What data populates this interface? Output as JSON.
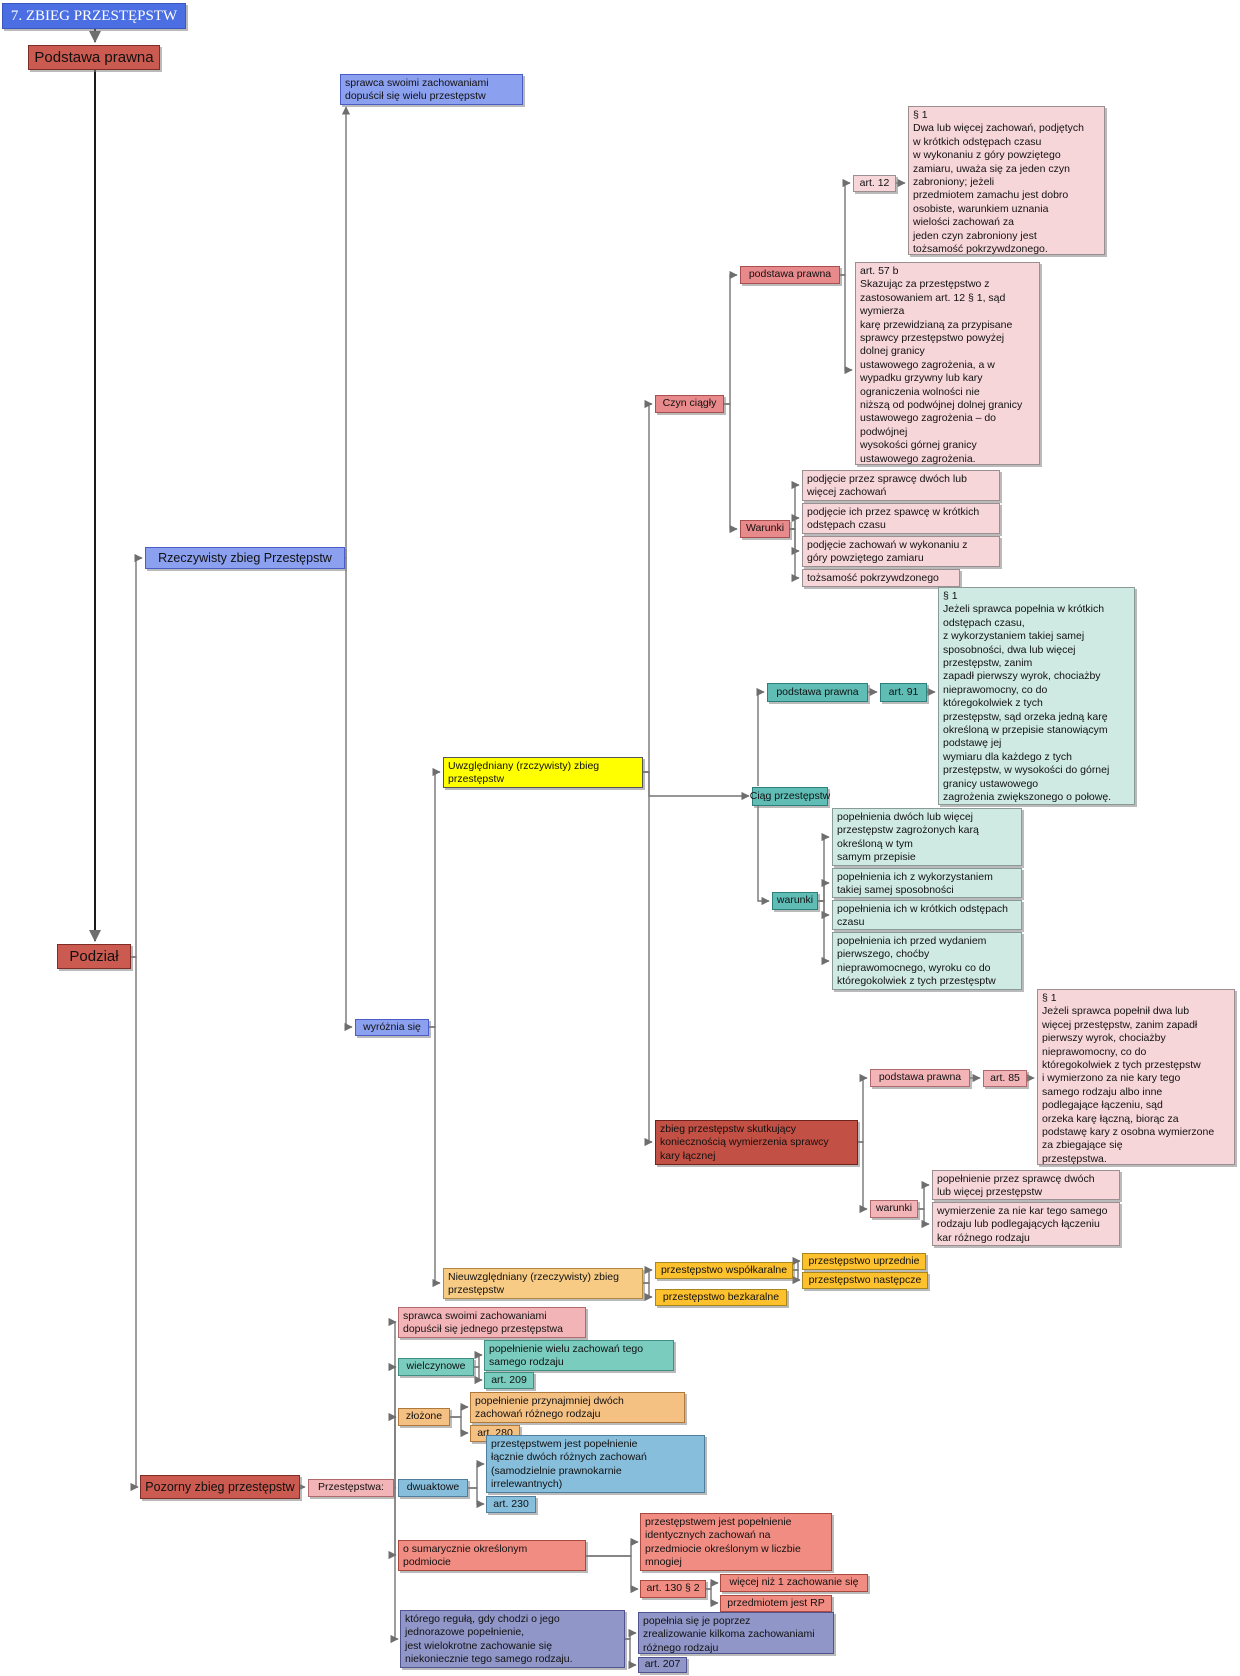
{
  "colors": {
    "title_bg": "#4b6fe3",
    "main_red": "#cb5a50",
    "blue": "#8ca0f0",
    "salmon": "#e8898b",
    "pink_light": "#f7d6da",
    "teal": "#5fbdb6",
    "teal_light": "#cfe9e3",
    "yellow": "#ffff00",
    "dark_red": "#c35044",
    "pink_mid": "#f3b4b8",
    "orange_bright": "#fdc12e",
    "orange_soft": "#f7cb84",
    "teal_mid": "#79ccbe",
    "orange_mid": "#f5c183",
    "blue_mid": "#87bedc",
    "salmon_mid": "#f18c82",
    "purple": "#9096c7",
    "connector": "#757575",
    "trunk": "#1a1a1a"
  },
  "nodes": {
    "title": {
      "label": "7. ZBIEG PRZESTĘPSTW"
    },
    "podstawa_prawna": {
      "label": "Podstawa prawna"
    },
    "podzial": {
      "label": "Podział"
    },
    "rzeczywisty": {
      "label": "Rzeczywisty zbieg Przestępstw"
    },
    "sprawca_wielu": {
      "label": "sprawca swoimi zachowaniami\ndopuścił się wielu przestępstw"
    },
    "wyroznia_sie": {
      "label": "wyróżnia się"
    },
    "uwzgledniany": {
      "label": "Uwzględniany (rzczywisty) zbieg\nprzestępstw"
    },
    "czyn_ciagly": {
      "label": "Czyn ciągły"
    },
    "pp_czyn": {
      "label": "podstawa prawna"
    },
    "art12": {
      "label": "art. 12"
    },
    "par12": {
      "label": "§ 1\nDwa lub więcej zachowań, podjętych\nw krótkich odstępach czasu\nw wykonaniu z góry powziętego\nzamiaru, uważa się za jeden czyn\nzabroniony; jeżeli\nprzedmiotem zamachu jest dobro\nosobiste, warunkiem uznania\nwielości zachowań za\njeden czyn zabroniony jest\ntożsamość pokrzywdzonego."
    },
    "art57b": {
      "label": "art. 57 b\nSkazując za przestępstwo z\nzastosowaniem art. 12 § 1, sąd\nwymierza\nkarę przewidzianą za przypisane\nsprawcy przestępstwo powyżej\ndolnej granicy\nustawowego zagrożenia, a w\nwypadku grzywny lub kary\nograniczenia wolności nie\nniższą od podwójnej dolnej granicy\nustawowego zagrożenia – do\npodwójnej\nwysokości górnej granicy\nustawowego zagrożenia."
    },
    "warunki_czyn": {
      "label": "Warunki"
    },
    "wc1": {
      "label": "podjęcie przez sprawcę dwóch lub\nwięcej zachowań"
    },
    "wc2": {
      "label": "podjęcie ich przez spawcę w krótkich\nodstępach czasu"
    },
    "wc3": {
      "label": "podjęcie zachowań w wykonaniu z\ngóry powziętego zamiaru"
    },
    "wc4": {
      "label": "tożsamość pokrzywdzonego"
    },
    "ciag": {
      "label": "Ciąg przestępstw"
    },
    "pp_ciag": {
      "label": "podstawa prawna"
    },
    "art91": {
      "label": "art. 91"
    },
    "par91": {
      "label": "§ 1\nJeżeli sprawca popełnia w krótkich\nodstępach czasu,\nz wykorzystaniem takiej samej\nsposobności, dwa lub więcej\nprzestępstw, zanim\nzapadł pierwszy wyrok, chociażby\nnieprawomocny, co do\nktóregokolwiek z tych\nprzestępstw, sąd orzeka jedną karę\nokreśloną w przepisie stanowiącym\npodstawę jej\nwymiaru dla każdego z tych\nprzestępstw, w wysokości do górnej\ngranicy ustawowego\nzagrożenia zwiększonego o połowę."
    },
    "warunki_ciag": {
      "label": "warunki"
    },
    "cw1": {
      "label": "popełnienia dwóch lub więcej\nprzestępstw zagrożonych karą\nokreśloną w tym\nsamym przepisie"
    },
    "cw2": {
      "label": "popełnienia ich z wykorzystaniem\ntakiej samej sposobności"
    },
    "cw3": {
      "label": "popełnienia ich w krótkich odstępach\nczasu"
    },
    "cw4": {
      "label": "popełnienia ich przed wydaniem\npierwszego, choćby\nnieprawomocnego, wyroku co do\nktóregokolwiek z tych przestęsptw"
    },
    "zbieg_laczna": {
      "label": "zbieg przestępstw skutkujący\nkoniecznością wymierzenia sprawcy\nkary łącznej"
    },
    "pp85": {
      "label": "podstawa prawna"
    },
    "art85": {
      "label": "art. 85"
    },
    "par85": {
      "label": "§ 1\nJeżeli sprawca popełnił dwa lub\nwięcej przestępstw, zanim zapadł\npierwszy wyrok, chociażby\nnieprawomocny, co do\nktóregokolwiek z tych przestępstw\ni wymierzono za nie kary tego\nsamego rodzaju albo inne\npodlegające łączeniu, sąd\norzeka karę łączną, biorąc za\npodstawę kary z osobna wymierzone\nza zbiegające się\nprzestępstwa."
    },
    "warunki85": {
      "label": "warunki"
    },
    "w85_1": {
      "label": "popełnienie przez sprawcę dwóch\nlub więcej przestępstw"
    },
    "w85_2": {
      "label": "wymierzenie za nie kar tego samego\nrodzaju lub podlegających łączeniu\nkar różnego rodzaju"
    },
    "nieuwzgledniany": {
      "label": "Nieuwzględniany (rzeczywisty) zbieg\nprzestępstw"
    },
    "wspolkaralne": {
      "label": "przestępstwo współkaralne"
    },
    "uprzednie": {
      "label": "przestępstwo uprzednie"
    },
    "nastepcze": {
      "label": "przestępstwo następcze"
    },
    "bezkaralne": {
      "label": "przestępstwo bezkaralne"
    },
    "pozorny": {
      "label": "Pozorny zbieg przestępstw"
    },
    "przestepstwa": {
      "label": "Przestępstwa:"
    },
    "sprawca_jednego": {
      "label": "sprawca swoimi zachowaniami\ndopuścił się jednego przestępstwa"
    },
    "wielczynowe": {
      "label": "wielczynowe"
    },
    "wielczynowe_opis": {
      "label": "popełnienie wielu zachowań tego\nsamego rodzaju"
    },
    "art209": {
      "label": "art. 209"
    },
    "zlozone": {
      "label": "złożone"
    },
    "zlozone_opis": {
      "label": "popełnienie przynajmniej dwóch\nzachowań różnego rodzaju"
    },
    "art280": {
      "label": "art. 280"
    },
    "dwuaktowe": {
      "label": "dwuaktowe"
    },
    "dwuaktowe_opis": {
      "label": "przestępstwem jest popełnienie\nłącznie dwóch różnych zachowań\n(samodzielnie prawnokarnie\nirrelewantnych)"
    },
    "art230": {
      "label": "art. 230"
    },
    "sumarycznie": {
      "label": "o sumarycznie określonym\npodmiocie"
    },
    "sumarycznie_opis": {
      "label": "przestępstwem jest popełnienie\nidentycznych zachowań na\nprzedmiocie określonym w liczbie\nmnogiej"
    },
    "art130": {
      "label": "art. 130 § 2"
    },
    "wiecej_niz_1": {
      "label": "więcej niż 1 zachowanie się"
    },
    "przedmiot_rp": {
      "label": "przedmiotem jest RP"
    },
    "ktorego_regula": {
      "label": "którego regułą, gdy chodzi o jego\njednorazowe popełnienie,\njest wielokrotne zachowanie się\nniekoniecznie tego samego rodzaju."
    },
    "ktorego_opis": {
      "label": "popełnia się je poprzez\nzrealizowanie kilkoma zachowaniami\nróżnego rodzaju"
    },
    "art207": {
      "label": "art. 207"
    }
  }
}
